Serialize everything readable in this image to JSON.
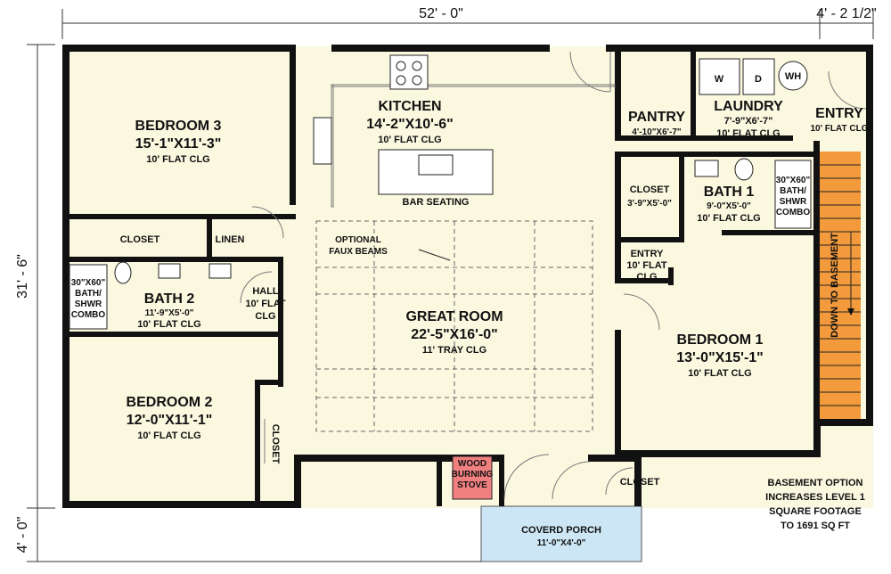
{
  "dimensions": {
    "overall_width": "52' - 0\"",
    "entry_width": "4' - 2 1/2\"",
    "overall_depth": "31' - 6\"",
    "porch_depth": "4' - 0\""
  },
  "rooms": {
    "bedroom3": {
      "name": "BEDROOM 3",
      "size": "15'-1\"X11'-3\"",
      "ceiling": "10' FLAT CLG"
    },
    "kitchen": {
      "name": "KITCHEN",
      "size": "14'-2\"X10'-6\"",
      "ceiling": "10' FLAT CLG"
    },
    "pantry": {
      "name": "PANTRY",
      "size": "4'-10\"X6'-7\""
    },
    "laundry": {
      "name": "LAUNDRY",
      "size": "7'-9\"X6'-7\"",
      "ceiling": "10' FLAT CLG"
    },
    "entry_top": {
      "name": "ENTRY",
      "ceiling": "10' FLAT CLG"
    },
    "closet_bath1": {
      "name": "CLOSET",
      "size": "3'-9\"X5'-0\""
    },
    "bath1": {
      "name": "BATH 1",
      "size": "9'-0\"X5'-0\"",
      "ceiling": "10' FLAT CLG"
    },
    "closet_b3": {
      "name": "CLOSET"
    },
    "linen": {
      "name": "LINEN"
    },
    "bath2": {
      "name": "BATH 2",
      "size": "11'-9\"X5'-0\"",
      "ceiling": "10' FLAT CLG"
    },
    "hall": {
      "name": "HALL",
      "ceiling1": "10' FLAT",
      "ceiling2": "CLG"
    },
    "entry_mid": {
      "name": "ENTRY",
      "ceiling1": "10' FLAT",
      "ceiling2": "CLG"
    },
    "great_room": {
      "name": "GREAT ROOM",
      "size": "22'-5\"X16'-0\"",
      "ceiling": "11' TRAY CLG"
    },
    "bedroom1": {
      "name": "BEDROOM 1",
      "size": "13'-0\"X15'-1\"",
      "ceiling": "10' FLAT CLG"
    },
    "bedroom2": {
      "name": "BEDROOM 2",
      "size": "12'-0\"X11'-1\"",
      "ceiling": "10' FLAT CLG"
    },
    "closet_b2": {
      "name": "CLOSET"
    },
    "closet_b1": {
      "name": "CLOSET"
    },
    "porch": {
      "name": "COVERD PORCH",
      "size": "11'-0\"X4'-0\""
    }
  },
  "fixtures": {
    "bar_seating": "BAR SEATING",
    "faux_beams_1": "OPTIONAL",
    "faux_beams_2": "FAUX BEAMS",
    "stove": [
      "WOOD",
      "BURNING",
      "STOVE"
    ],
    "washer": "W",
    "dryer": "D",
    "water_heater": "WH",
    "tub_left": [
      "30\"X60\"",
      "BATH/",
      "SHWR",
      "COMBO"
    ],
    "tub_right": [
      "30\"X60\"",
      "BATH/",
      "SHWR",
      "COMBO"
    ],
    "stairs": "DOWN TO BASEMENT"
  },
  "note": [
    "BASEMENT OPTION",
    "INCREASES LEVEL 1",
    "SQUARE FOOTAGE",
    "TO 1691 SQ FT"
  ],
  "colors": {
    "floor": "#fbf8e0",
    "stairs": "#f39a3c",
    "porch": "#cde6f5",
    "stove": "#f08080"
  }
}
